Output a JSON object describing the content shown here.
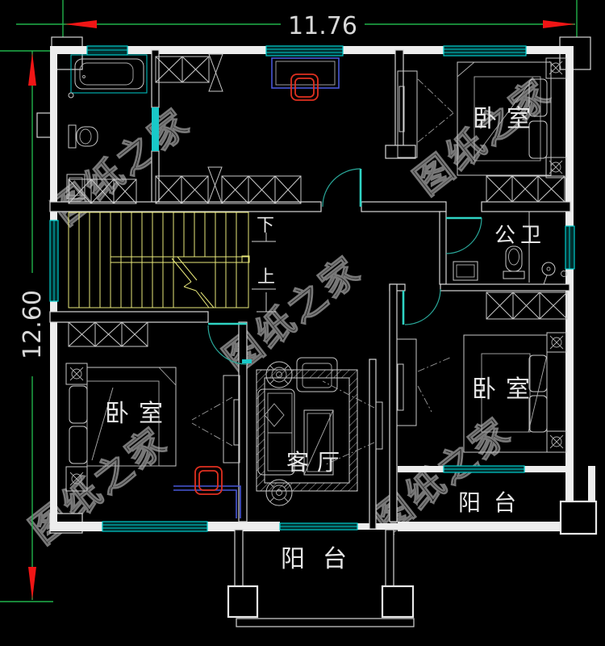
{
  "dimensions": {
    "width": "11.76",
    "height": "12.60"
  },
  "rooms": {
    "bedroom": "卧室",
    "living_room": "客厅",
    "public_bathroom": "公卫",
    "balcony": "阳台"
  },
  "stairs": {
    "down": "下",
    "up": "上"
  },
  "watermark": {
    "text": "图纸之家"
  },
  "colors": {
    "background": "#000000",
    "wall": "#ededed",
    "window_cyan": "#00cccc",
    "stair_yellow": "#e8e87a",
    "dimension_green": "#21b24b",
    "arrow_red": "#f01515",
    "desk_blue": "#4958d8",
    "chair_red": "#e03020",
    "label_text": "#e6e6e6",
    "watermark_gray": "#979797"
  }
}
